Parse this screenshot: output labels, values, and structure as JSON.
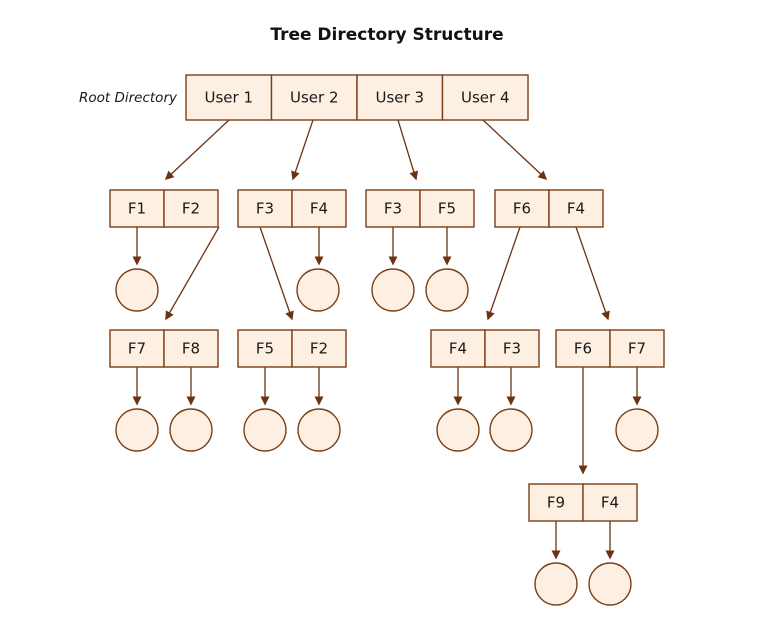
{
  "title": "Tree Directory Structure",
  "root_label": "Root Directory",
  "colors": {
    "node_fill": "#fdf0e2",
    "stroke": "#7b3f17",
    "edge": "#6b3311"
  },
  "root": {
    "cells": [
      "User 1",
      "User 2",
      "User 3",
      "User 4"
    ]
  },
  "directories": {
    "d1": [
      "F1",
      "F2"
    ],
    "d2": [
      "F3",
      "F4"
    ],
    "d3": [
      "F3",
      "F5"
    ],
    "d4": [
      "F6",
      "F4"
    ],
    "d5": [
      "F7",
      "F8"
    ],
    "d6": [
      "F5",
      "F2"
    ],
    "d7": [
      "F4",
      "F3"
    ],
    "d8": [
      "F6",
      "F7"
    ],
    "d9": [
      "F9",
      "F4"
    ]
  }
}
